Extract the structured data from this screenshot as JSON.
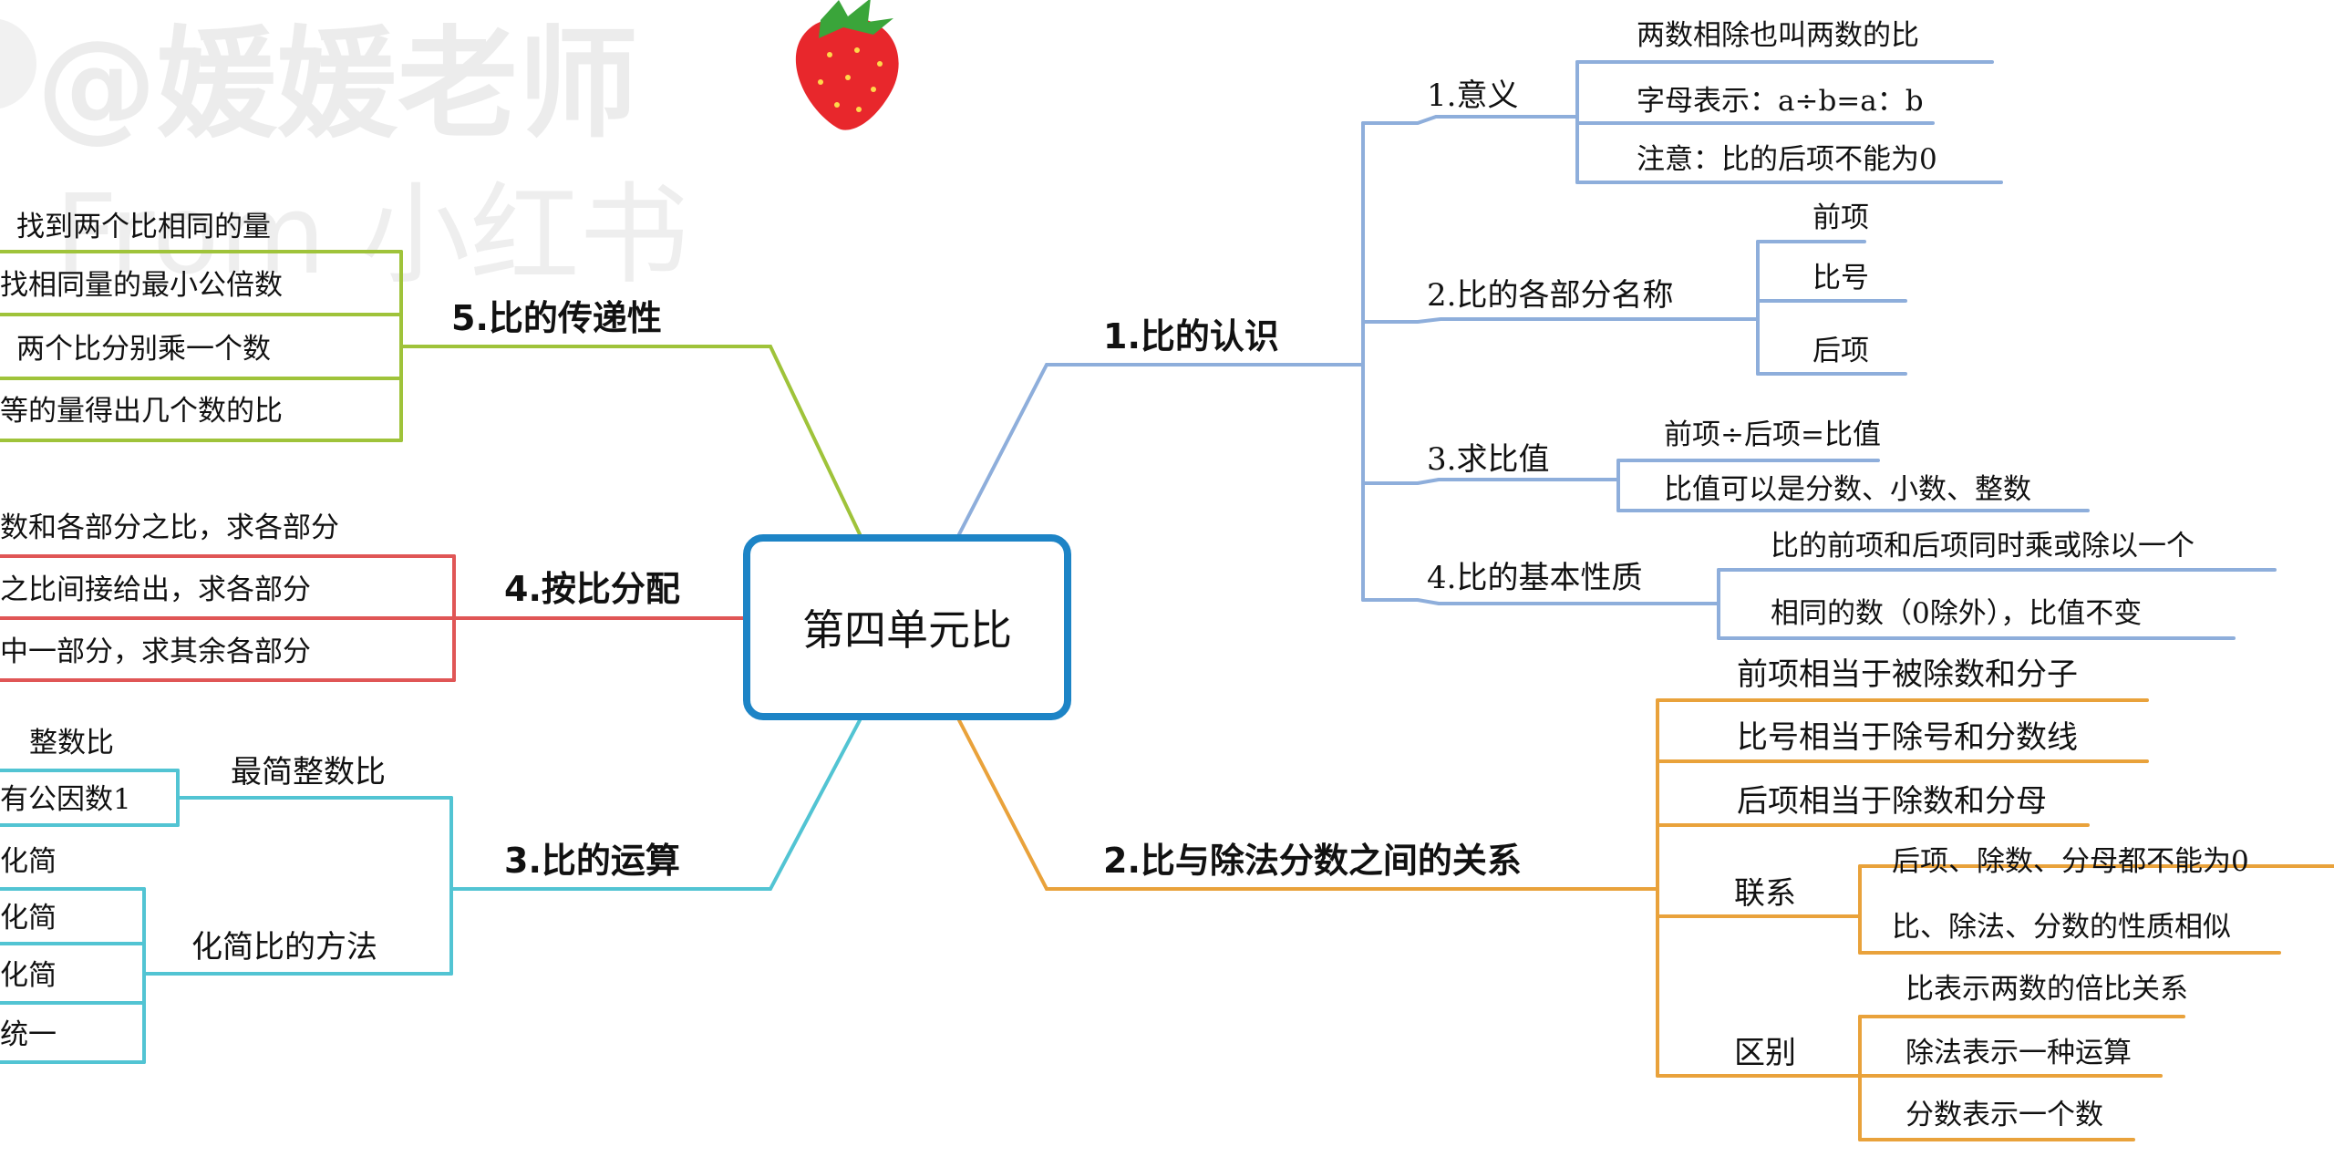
{
  "watermark": {
    "line1": "@媛媛老师",
    "line2": "From 小红书",
    "fruit_icon": "strawberry-icon"
  },
  "colors": {
    "b1": "#8eaedb",
    "b2": "#e9a23b",
    "b3": "#52c4d3",
    "b4": "#e05656",
    "b5": "#9fc33a",
    "center": "#1d84c6"
  },
  "center": "第四单元比",
  "branch1": {
    "label": "1.比的认识",
    "sub1": {
      "label": "1.意义",
      "items": [
        "两数相除也叫两数的比",
        "字母表示：a÷b=a：b",
        "注意：比的后项不能为0"
      ]
    },
    "sub2": {
      "label": "2.比的各部分名称",
      "items": [
        "前项",
        "比号",
        "后项"
      ]
    },
    "sub3": {
      "label": "3.求比值",
      "items": [
        "前项÷后项=比值",
        "比值可以是分数、小数、整数"
      ]
    },
    "sub4": {
      "label": "4.比的基本性质",
      "items": [
        "比的前项和后项同时乘或除以一个",
        "相同的数（0除外），比值不变"
      ]
    }
  },
  "branch2": {
    "label": "2.比与除法分数之间的关系",
    "items": [
      "前项相当于被除数和分子",
      "比号相当于除号和分数线",
      "后项相当于除数和分母"
    ],
    "link": {
      "label": "联系",
      "items": [
        "后项、除数、分母都不能为0",
        "比、除法、分数的性质相似"
      ]
    },
    "diff": {
      "label": "区别",
      "items": [
        "比表示两数的倍比关系",
        "除法表示一种运算",
        "分数表示一个数"
      ]
    }
  },
  "branch3": {
    "label": "3.比的运算",
    "sub1": {
      "label": "最简整数比",
      "items": [
        "整数比",
        "有公因数1"
      ]
    },
    "sub2": {
      "label": "化简比的方法",
      "items": [
        "化简",
        "化简",
        "化简",
        "统一"
      ]
    }
  },
  "branch4": {
    "label": "4.按比分配",
    "items": [
      "数和各部分之比，求各部分",
      "之比间接给出，求各部分",
      "中一部分，求其余各部分"
    ]
  },
  "branch5": {
    "label": "5.比的传递性",
    "items": [
      "找到两个比相同的量",
      "找相同量的最小公倍数",
      "两个比分别乘一个数",
      "等的量得出几个数的比"
    ]
  }
}
